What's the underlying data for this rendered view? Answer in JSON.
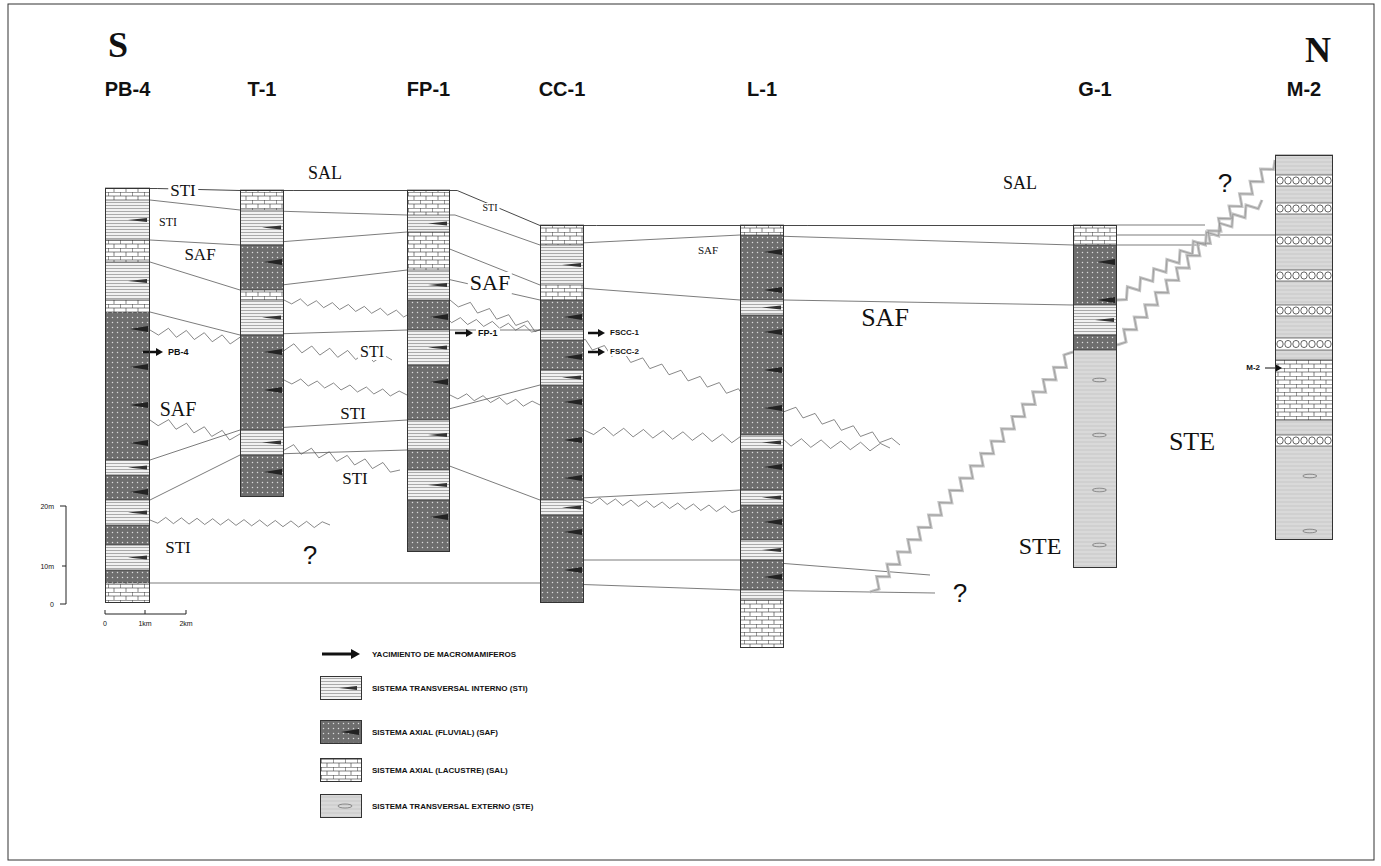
{
  "diagram": {
    "nodes": [
      {
        "text": [
          "PB-4"
        ]
      },
      {
        "text": [
          "T-1"
        ]
      },
      {
        "text": [
          "FP-1"
        ]
      },
      {
        "text": [
          "CC-1"
        ]
      },
      {
        "text": [
          "L-1"
        ]
      },
      {
        "text": [
          "G-1"
        ]
      },
      {
        "text": [
          "M-2"
        ]
      }
    ],
    "edges": [
      {
        "from": 0,
        "to": 1,
        "arrow": "none"
      },
      {
        "from": 1,
        "to": 2,
        "arrow": "none"
      },
      {
        "from": 2,
        "to": 3,
        "arrow": "none"
      },
      {
        "from": 3,
        "to": 4,
        "arrow": "none"
      },
      {
        "from": 4,
        "to": 5,
        "arrow": "none"
      }
    ],
    "labels": [
      "S",
      "N",
      "STI",
      "SAL",
      "STI",
      "SAF",
      "SAL",
      "?",
      "STI",
      "SAF",
      "SAF",
      "SAF",
      "PB-4",
      "STI",
      "FP-1",
      "FSCC-1",
      "FSCC-2",
      "M-2",
      "SAF",
      "STI",
      "STE",
      "STI",
      "STI",
      "?",
      "STE",
      "?",
      "20m",
      "10m",
      "0",
      "0",
      "1km",
      "2km"
    ],
    "legend": [
      {
        "text": "YACIMIENTO DE MACROMAMIFEROS"
      },
      {
        "text": "SISTEMA TRANSVERSAL INTERNO (STI)"
      },
      {
        "text": "SISTEMA AXIAL (FLUVIAL) (SAF)",
        "color": "#6e6e6e"
      },
      {
        "text": "SISTEMA AXIAL (LACUSTRE) (SAL)"
      },
      {
        "text": "SISTEMA TRANSVERSAL EXTERNO (STE)",
        "color": "#d9d9d9"
      }
    ]
  }
}
